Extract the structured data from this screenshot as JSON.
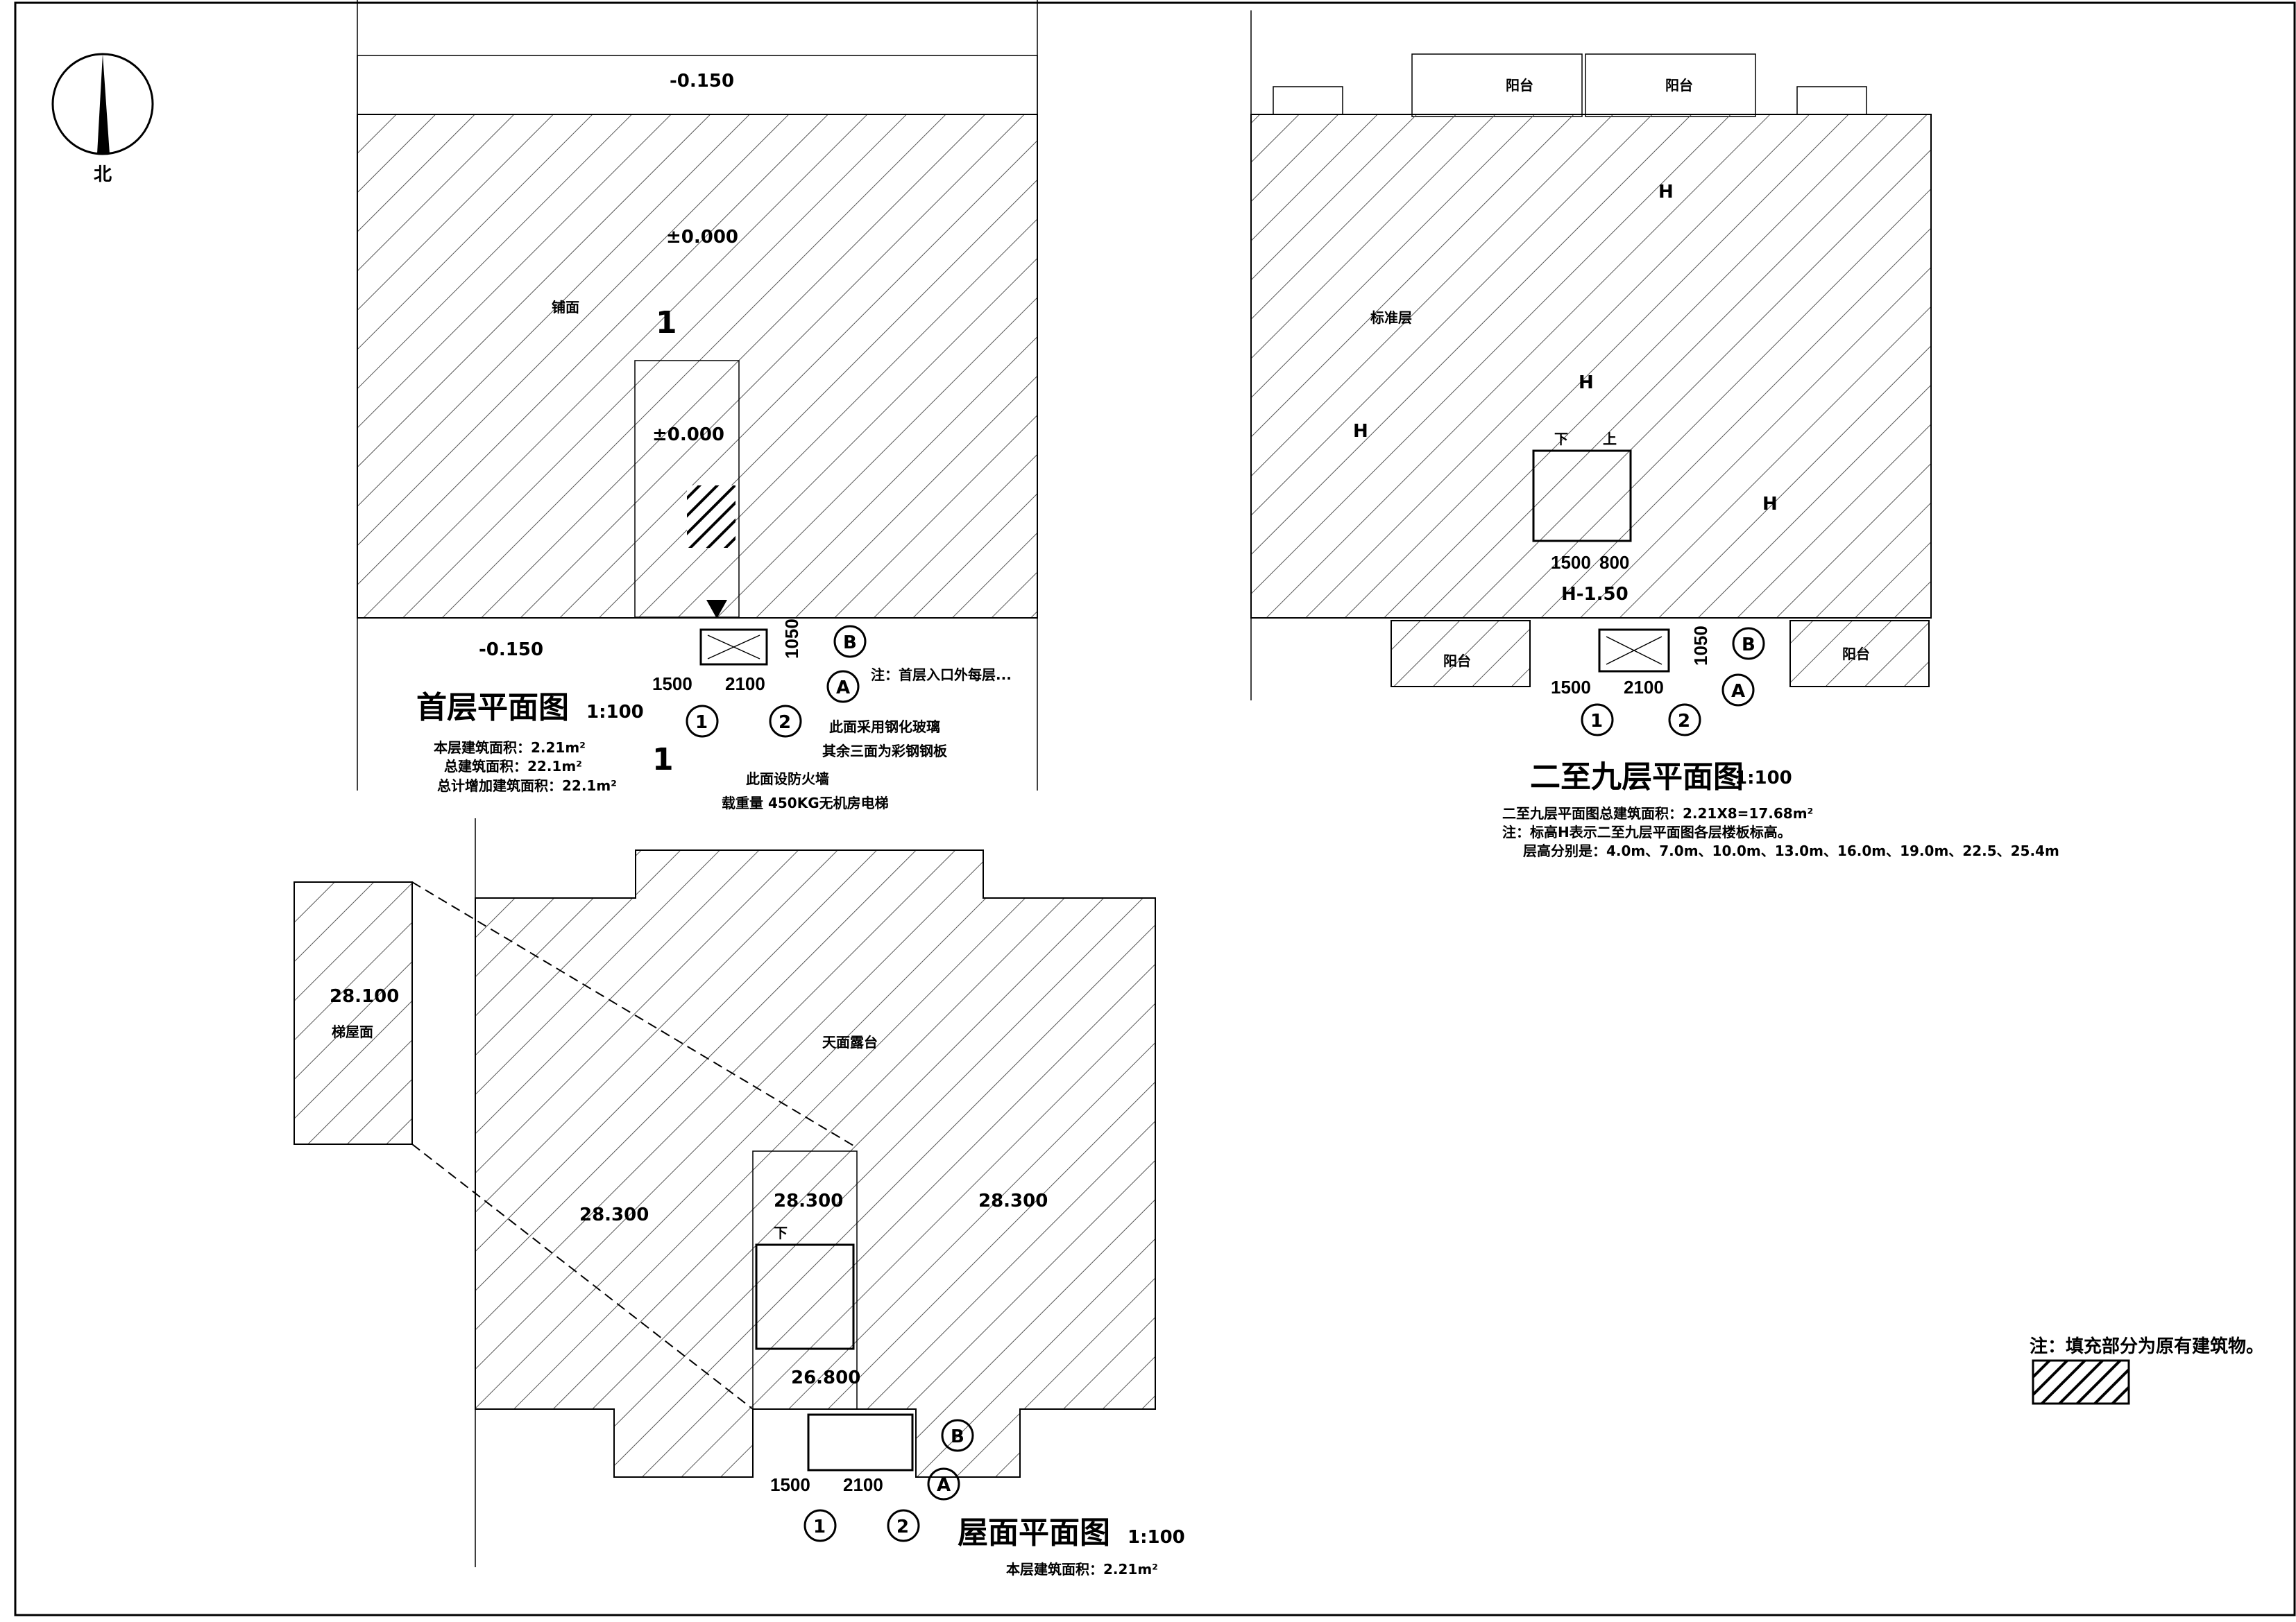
{
  "north": {
    "label": "北"
  },
  "ground": {
    "title": "首层平面图",
    "scale": "1:100",
    "elev_top": "-0.150",
    "elev_main": "±0.000",
    "elev_stair": "±0.000",
    "elev_bottom": "-0.150",
    "room": "铺面",
    "section": "1",
    "areas": [
      "本层建筑面积：2.21m²",
      "总建筑面积：22.1m²",
      "总计增加建筑面积：22.1m²"
    ],
    "notes": [
      "此面采用钢化玻璃",
      "其余三面为彩钢钢板",
      "此面设防火墙",
      "载重量 450KG无机房电梯"
    ],
    "note_right": "注：首层入口外每层...",
    "dims": [
      "1500",
      "2100",
      "1050"
    ],
    "axes": [
      "1",
      "2",
      "A",
      "B"
    ]
  },
  "typical": {
    "title": "二至九层平面图",
    "scale": "1:100",
    "room": "标准层",
    "balcony": "阳台",
    "level": "H",
    "level_stair": "H-1.50",
    "stair_dn": "下",
    "stair_up": "上",
    "dims": [
      "1500",
      "800",
      "1500",
      "2100",
      "1050"
    ],
    "axes": [
      "1",
      "2",
      "A",
      "B"
    ],
    "notes": [
      "二至九层平面图总建筑面积：2.21X8=17.68m²",
      "注：标高H表示二至九层平面图各层楼板标高。",
      "层高分别是：4.0m、7.0m、10.0m、13.0m、16.0m、19.0m、22.5、25.4m"
    ]
  },
  "roof": {
    "title": "屋面平面图",
    "scale": "1:100",
    "room": "天面露台",
    "elev_left": "28.300",
    "elev_right": "28.300",
    "elev_stair": "28.300",
    "elev_landing": "26.800",
    "elev_top": "28.100",
    "top_label": "梯屋面",
    "stair_dn": "下",
    "area": "本层建筑面积：2.21m²",
    "dims": [
      "1500",
      "2100"
    ],
    "axes": [
      "1",
      "2",
      "A",
      "B"
    ]
  },
  "legend": {
    "text": "注：填充部分为原有建筑物。"
  }
}
